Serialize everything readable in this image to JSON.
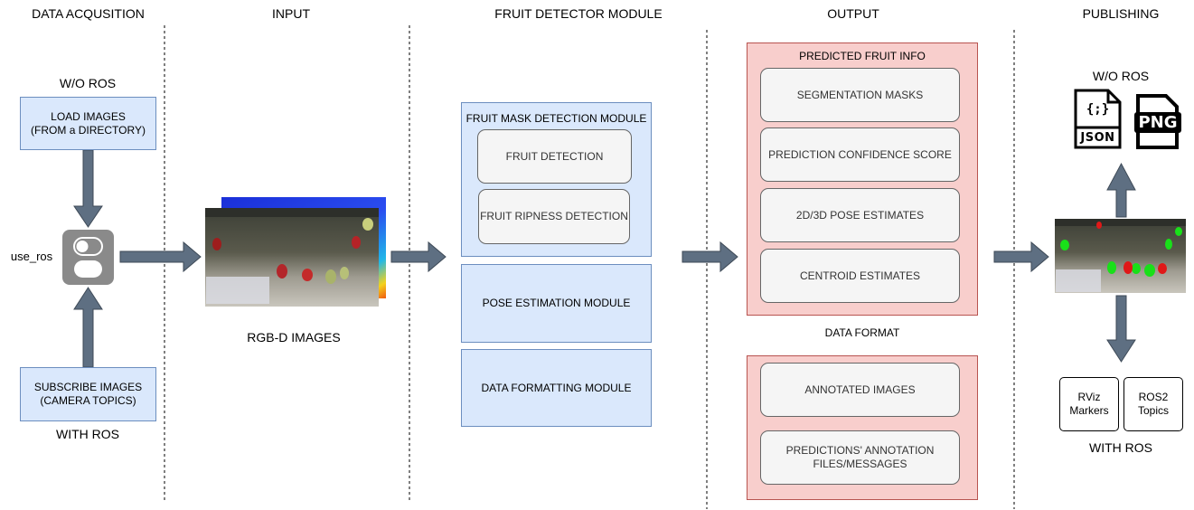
{
  "headers": {
    "data_acquisition": "DATA ACQUSITION",
    "input": "INPUT",
    "fruit_detector": "FRUIT DETECTOR MODULE",
    "output": "OUTPUT",
    "publishing": "PUBLISHING"
  },
  "acquisition": {
    "wo_ros": "W/O ROS",
    "load_images": "LOAD IMAGES\n(FROM a DIRECTORY)",
    "toggle_label": "use_ros",
    "subscribe_images": "SUBSCRIBE IMAGES\n(CAMERA TOPICS)",
    "with_ros": "WITH ROS"
  },
  "input": {
    "caption": "RGB-D IMAGES"
  },
  "detector": {
    "mask_module_title": "FRUIT MASK DETECTION MODULE",
    "fruit_detection": "FRUIT DETECTION",
    "ripeness_detection": "FRUIT RIPNESS DETECTION",
    "pose_module": "POSE ESTIMATION MODULE",
    "formatting_module": "DATA FORMATTING MODULE"
  },
  "output": {
    "predicted_title": "PREDICTED FRUIT INFO",
    "items": [
      "SEGMENTATION MASKS",
      "PREDICTION CONFIDENCE SCORE",
      "2D/3D POSE ESTIMATES",
      "CENTROID ESTIMATES"
    ],
    "data_format_title": "DATA FORMAT",
    "format_items": [
      "ANNOTATED IMAGES",
      "PREDICTIONS' ANNOTATION\nFILES/MESSAGES"
    ]
  },
  "publishing": {
    "wo_ros": "W/O ROS",
    "json_icon_text": "JSON",
    "json_icon_glyph": "{;}",
    "png_icon_text": "PNG",
    "rviz": "RViz\nMarkers",
    "ros2": "ROS2\nTopics",
    "with_ros": "WITH ROS"
  },
  "colors": {
    "arrow": "#5e6f82",
    "blue_fill": "#dae8fc",
    "blue_stroke": "#6c8ebf",
    "red_fill": "#f8cecc",
    "red_stroke": "#b85450",
    "toggle": "#8a8a8a"
  }
}
